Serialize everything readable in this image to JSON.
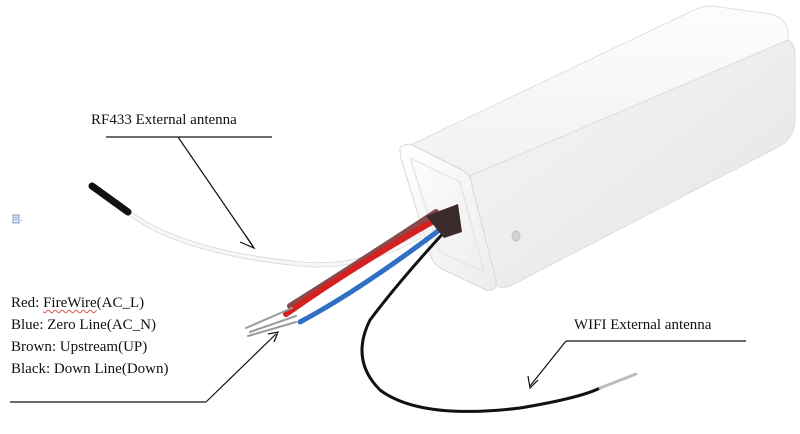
{
  "labels": {
    "rf_antenna": "RF433 External antenna",
    "wifi_antenna": "WIFI External antenna"
  },
  "legend": [
    {
      "color_name": "Red",
      "function": "FireWire(AC_L)",
      "squiggle_word": "FireWire",
      "rest": "(AC_L)"
    },
    {
      "color_name": "Blue",
      "function": "Zero Line(AC_N)"
    },
    {
      "color_name": "Brown",
      "function": "Upstream(UP)"
    },
    {
      "color_name": "Black",
      "function": "Down Line(Down)"
    }
  ],
  "colors": {
    "housing": "#f7f7f7",
    "wire_red": "#d62020",
    "wire_blue": "#2f6fc4",
    "wire_brown": "#8a4a4a",
    "wire_black": "#111111",
    "wire_white": "#f0f0f0"
  }
}
